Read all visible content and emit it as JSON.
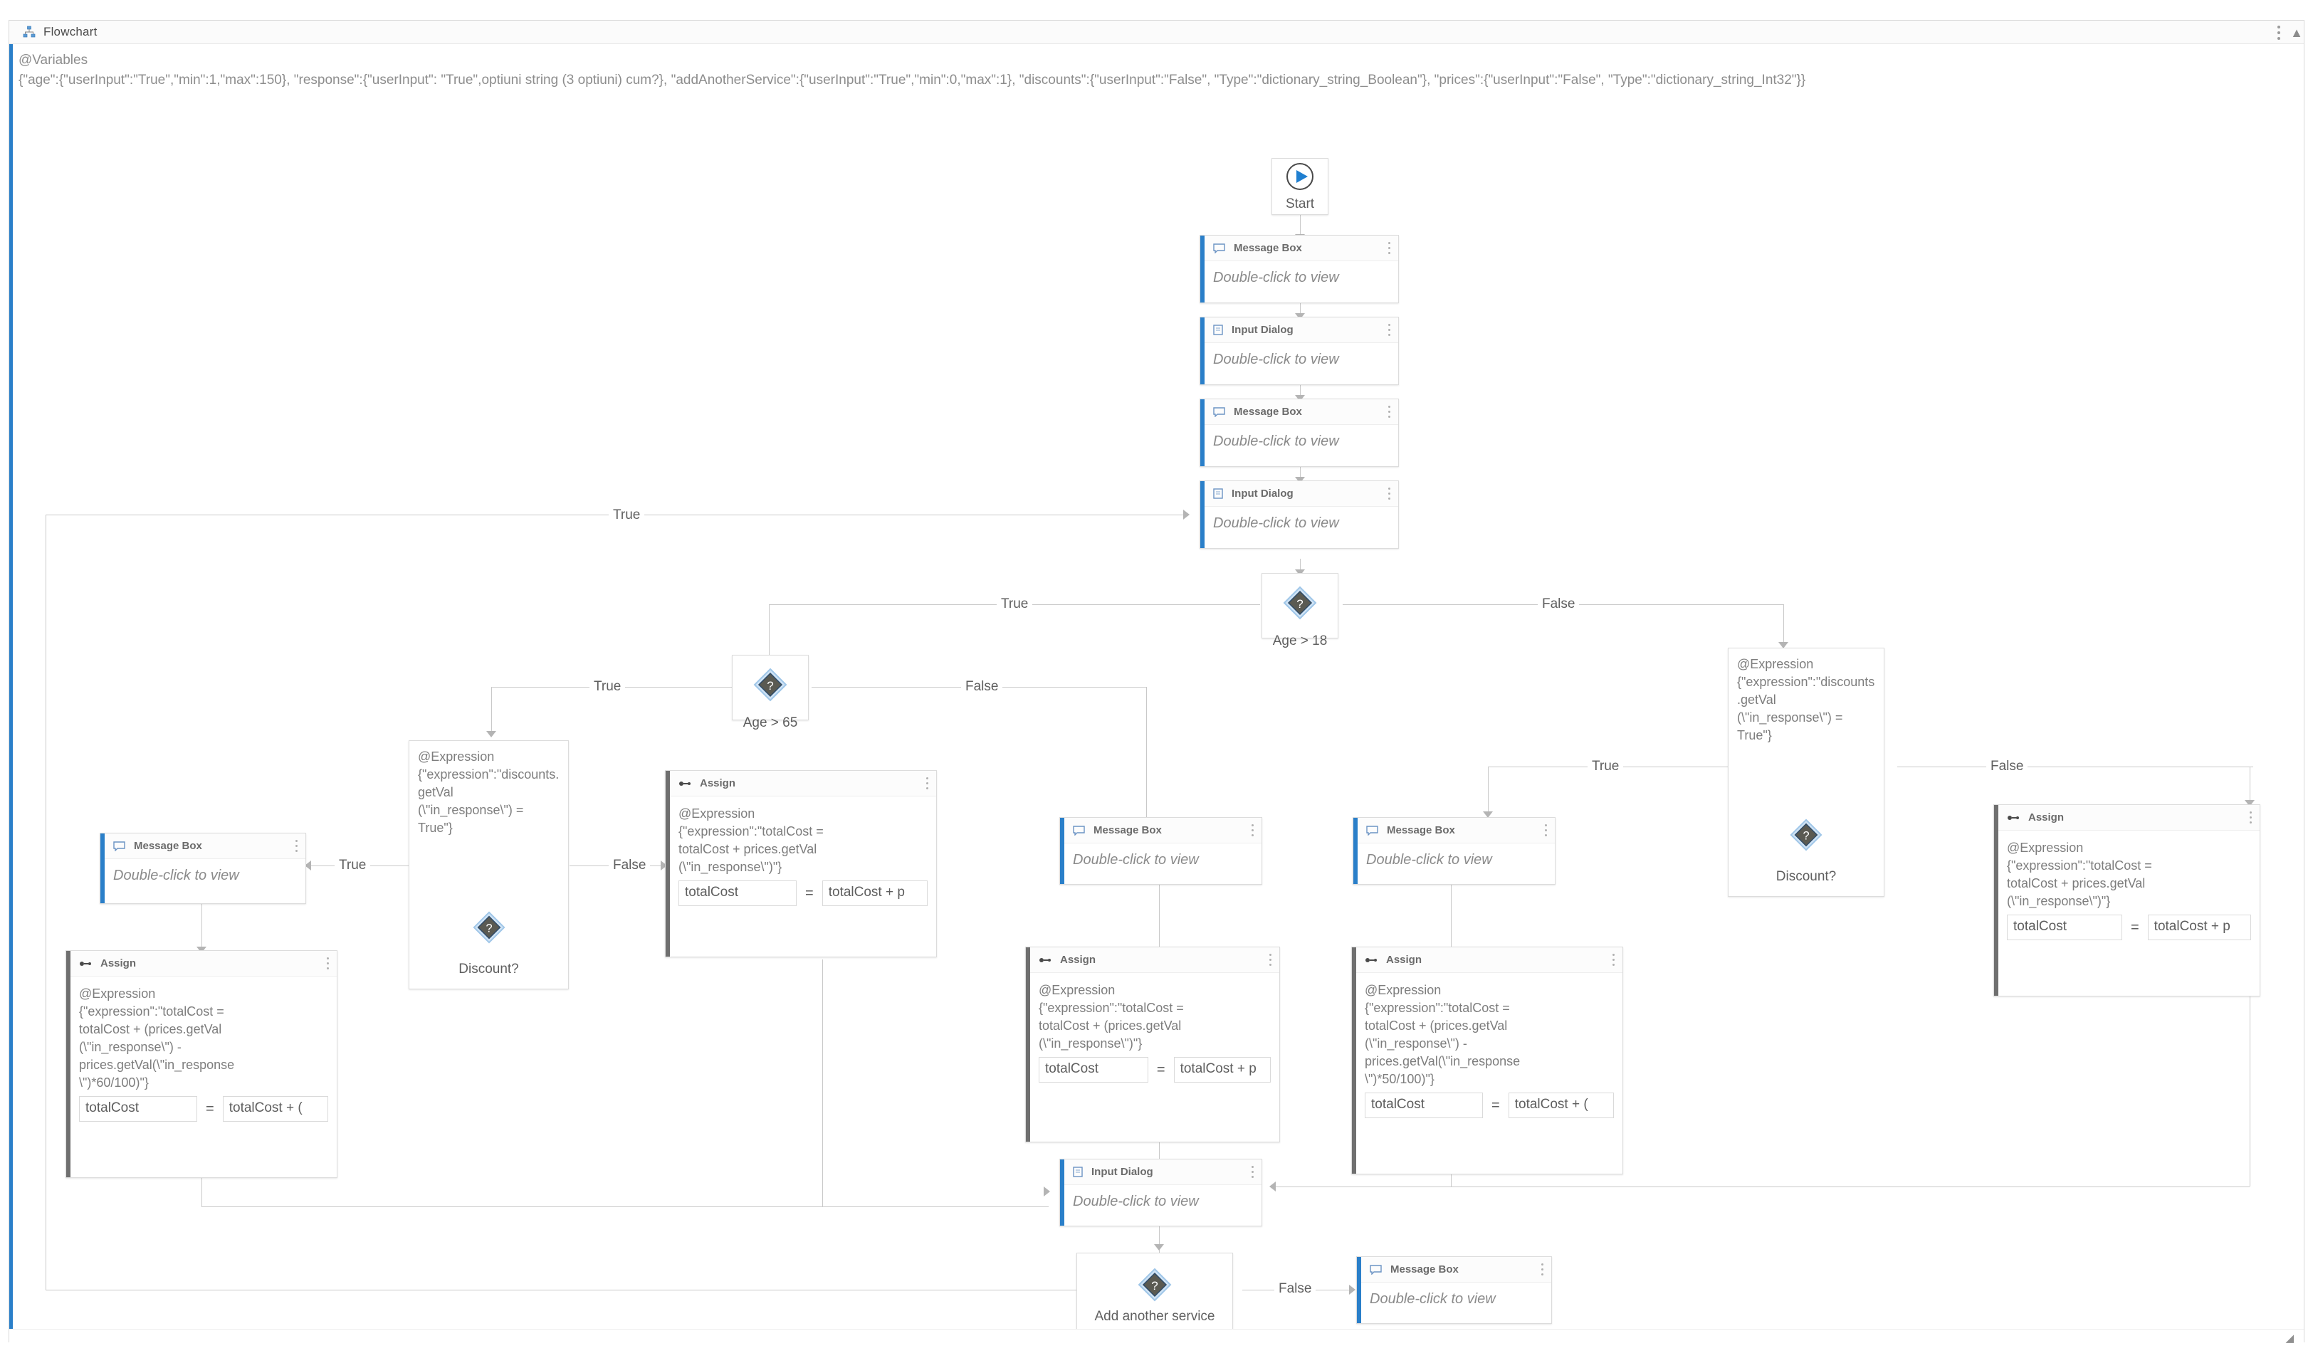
{
  "window": {
    "title": "Flowchart",
    "title_icon": "flowchart-icon",
    "menu_icon": "kebab-menu-icon",
    "collapse_icon": "collapse-icon",
    "resize_icon": "resize-grip-icon"
  },
  "variables": {
    "heading": "@Variables",
    "body": "{\"age\":{\"userInput\":\"True\",\"min\":1,\"max\":150}, \"response\":{\"userInput\": \"True\",optiuni string (3 optiuni) cum?}, \"addAnotherService\":{\"userInput\":\"True\",\"min\":0,\"max\":1}, \"discounts\":{\"userInput\":\"False\", \"Type\":\"dictionary_string_Boolean\"}, \"prices\":{\"userInput\":\"False\", \"Type\":\"dictionary_string_Int32\"}}"
  },
  "labels": {
    "true": "True",
    "false": "False",
    "double_click": "Double-click to view"
  },
  "nodes": {
    "start": {
      "label": "Start",
      "icon": "play-icon"
    },
    "msg1": {
      "title": "Message Box",
      "icon": "message-box-icon",
      "body": "Double-click to view"
    },
    "input1": {
      "title": "Input Dialog",
      "icon": "input-dialog-icon",
      "body": "Double-click to view"
    },
    "msg2": {
      "title": "Message Box",
      "icon": "message-box-icon",
      "body": "Double-click to view"
    },
    "input2": {
      "title": "Input Dialog",
      "icon": "input-dialog-icon",
      "body": "Double-click to view"
    },
    "age18": {
      "label": "Age > 18",
      "icon": "decision-diamond-icon"
    },
    "age65": {
      "label": "Age > 65",
      "icon": "decision-diamond-icon"
    },
    "discount_left": {
      "label": "Discount?",
      "icon": "decision-diamond-icon",
      "expression": "@Expression\n{\"expression\":\"discounts.getVal\n(\\\"in_response\\\") = True\"}"
    },
    "discount_right": {
      "label": "Discount?",
      "icon": "decision-diamond-icon",
      "expression": "@Expression\n{\"expression\":\"discounts.getVal\n(\\\"in_response\\\") = True\"}"
    },
    "msg_left": {
      "title": "Message Box",
      "icon": "message-box-icon",
      "body": "Double-click to view"
    },
    "msg_mid1": {
      "title": "Message Box",
      "icon": "message-box-icon",
      "body": "Double-click to view"
    },
    "msg_mid2": {
      "title": "Message Box",
      "icon": "message-box-icon",
      "body": "Double-click to view"
    },
    "msg_final": {
      "title": "Message Box",
      "icon": "message-box-icon",
      "body": "Double-click to view"
    },
    "input_bottom": {
      "title": "Input Dialog",
      "icon": "input-dialog-icon",
      "body": "Double-click to view"
    },
    "add_service": {
      "label": "Add another service",
      "icon": "decision-diamond-icon"
    },
    "assign_left": {
      "title": "Assign",
      "icon": "assign-icon",
      "expression": "@Expression\n{\"expression\":\"totalCost =\ntotalCost + (prices.getVal\n(\\\"in_response\\\") -\nprices.getVal(\\\"in_response\n\\\")*60/100)\"}",
      "field_to": "totalCost",
      "field_value": "totalCost + ("
    },
    "assign_age65": {
      "title": "Assign",
      "icon": "assign-icon",
      "expression": "@Expression\n{\"expression\":\"totalCost =\ntotalCost + prices.getVal\n(\\\"in_response\\\")\"}",
      "field_to": "totalCost",
      "field_value": "totalCost + p"
    },
    "assign_mid1": {
      "title": "Assign",
      "icon": "assign-icon",
      "expression": "@Expression\n{\"expression\":\"totalCost =\ntotalCost + (prices.getVal\n(\\\"in_response\\\")\"}",
      "field_to": "totalCost",
      "field_value": "totalCost + p"
    },
    "assign_mid2": {
      "title": "Assign",
      "icon": "assign-icon",
      "expression": "@Expression\n{\"expression\":\"totalCost =\ntotalCost + (prices.getVal\n(\\\"in_response\\\") -\nprices.getVal(\\\"in_response\n\\\")*50/100)\"}",
      "field_to": "totalCost",
      "field_value": "totalCost + ("
    },
    "assign_right": {
      "title": "Assign",
      "icon": "assign-icon",
      "expression": "@Expression\n{\"expression\":\"totalCost =\ntotalCost + prices.getVal\n(\\\"in_response\\\")\"}",
      "field_to": "totalCost",
      "field_value": "totalCost + p"
    }
  },
  "edges": [
    {
      "name": "age18-true",
      "label": "True"
    },
    {
      "name": "age18-false",
      "label": "False"
    },
    {
      "name": "age65-true",
      "label": "True"
    },
    {
      "name": "age65-false",
      "label": "False"
    },
    {
      "name": "discount-left-true",
      "label": "True"
    },
    {
      "name": "discount-left-false",
      "label": "False"
    },
    {
      "name": "discount-right-true",
      "label": "True"
    },
    {
      "name": "discount-right-false",
      "label": "False"
    },
    {
      "name": "loop-true",
      "label": "True"
    },
    {
      "name": "addservice-false",
      "label": "False"
    }
  ],
  "colors": {
    "accent": "#2a7fc9",
    "assign_bar": "#6f6f6f",
    "line": "#c9c9c9",
    "text": "#7d7d7d"
  }
}
